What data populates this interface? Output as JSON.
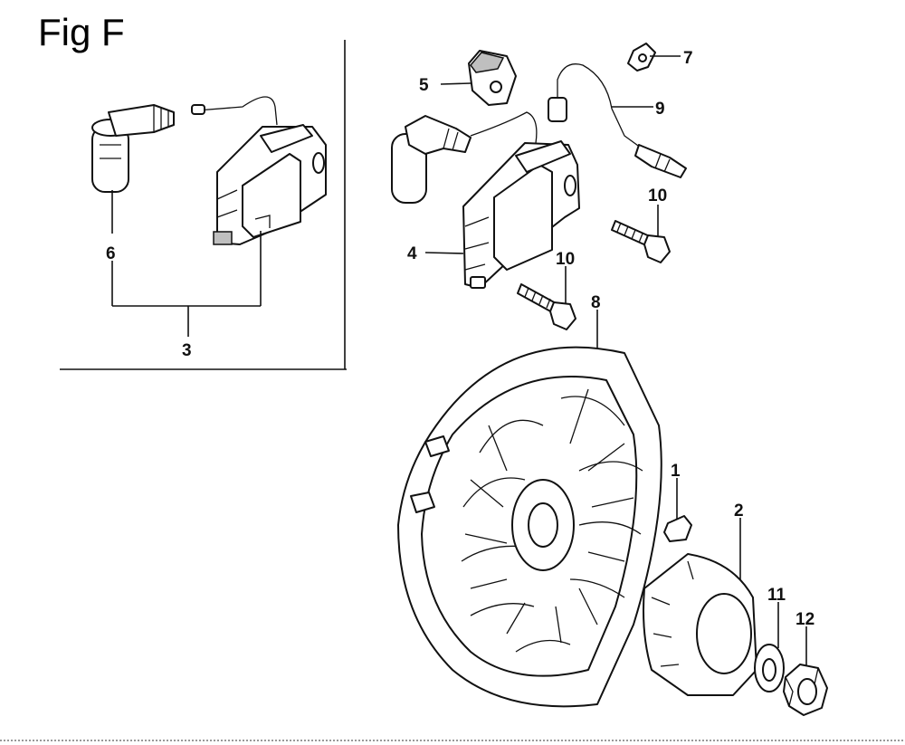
{
  "figure": {
    "title": "Fig F"
  },
  "callouts": [
    {
      "id": "1",
      "text": "1"
    },
    {
      "id": "2",
      "text": "2"
    },
    {
      "id": "3",
      "text": "3"
    },
    {
      "id": "4",
      "text": "4"
    },
    {
      "id": "5",
      "text": "5"
    },
    {
      "id": "6",
      "text": "6"
    },
    {
      "id": "7",
      "text": "7"
    },
    {
      "id": "8",
      "text": "8"
    },
    {
      "id": "9",
      "text": "9"
    },
    {
      "id": "10a",
      "text": "10"
    },
    {
      "id": "10b",
      "text": "10"
    },
    {
      "id": "11",
      "text": "11"
    },
    {
      "id": "12",
      "text": "12"
    }
  ]
}
